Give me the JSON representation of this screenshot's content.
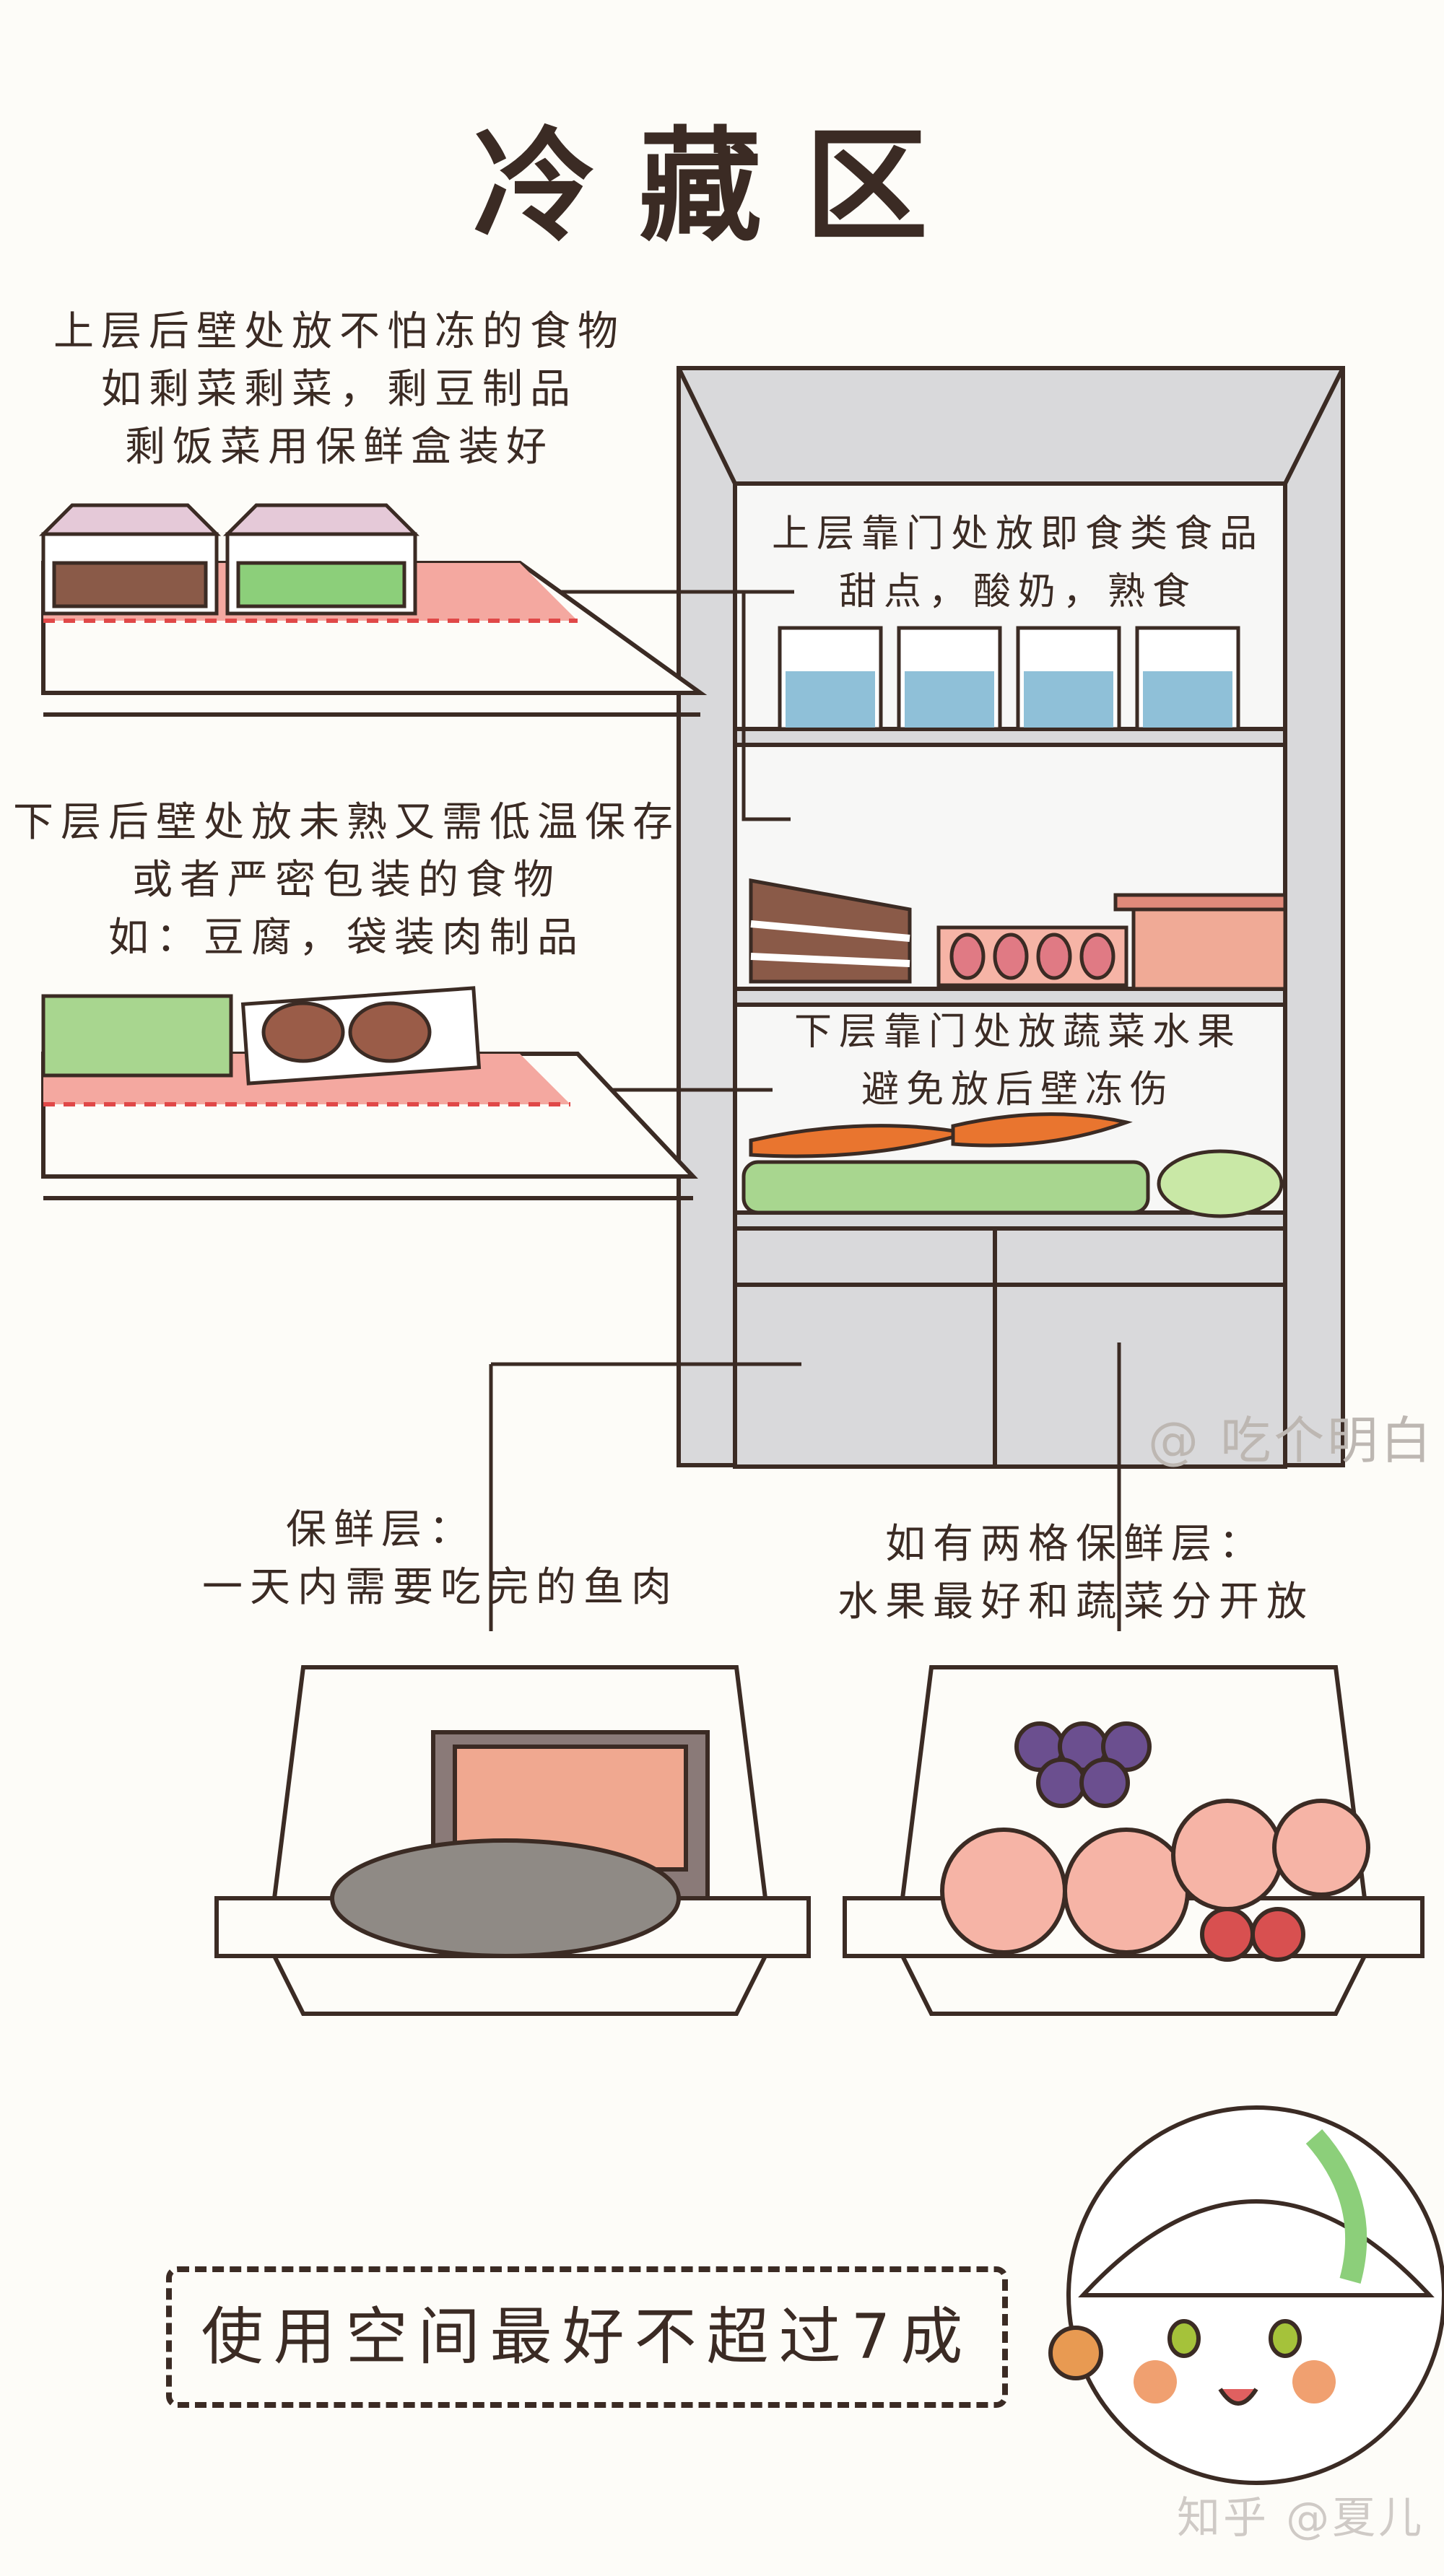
{
  "title": "冷藏区",
  "notes": {
    "upper_back": [
      "上层后壁处放不怕冻的食物",
      "如剩菜剩菜，剩豆制品",
      "剩饭菜用保鲜盒装好"
    ],
    "upper_door": [
      "上层靠门处放即食类食品",
      "甜点，酸奶，熟食"
    ],
    "lower_back": [
      "下层后壁处放未熟又需低温保存",
      "或者严密包装的食物",
      "如：豆腐，袋装肉制品"
    ],
    "lower_door": [
      "下层靠门处放蔬菜水果",
      "避免放后壁冻伤"
    ],
    "crisper_left": [
      "保鲜层：",
      "一天内需要吃完的鱼肉"
    ],
    "crisper_right": [
      "如有两格保鲜层：",
      "水果最好和蔬菜分开放"
    ]
  },
  "watermark_artist": "@ 吃个明白",
  "watermark_site": "知乎 @夏儿",
  "tip": "使用空间最好不超过7成",
  "colors": {
    "line": "#3b2b24",
    "fridge_gray": "#d9d9db",
    "shelf_red": "#f4a8a0",
    "blue": "#8fc0d8",
    "green": "#8ccf7a",
    "orange": "#e9752f",
    "peach": "#f6b4a6",
    "grape": "#6b4f8f"
  }
}
